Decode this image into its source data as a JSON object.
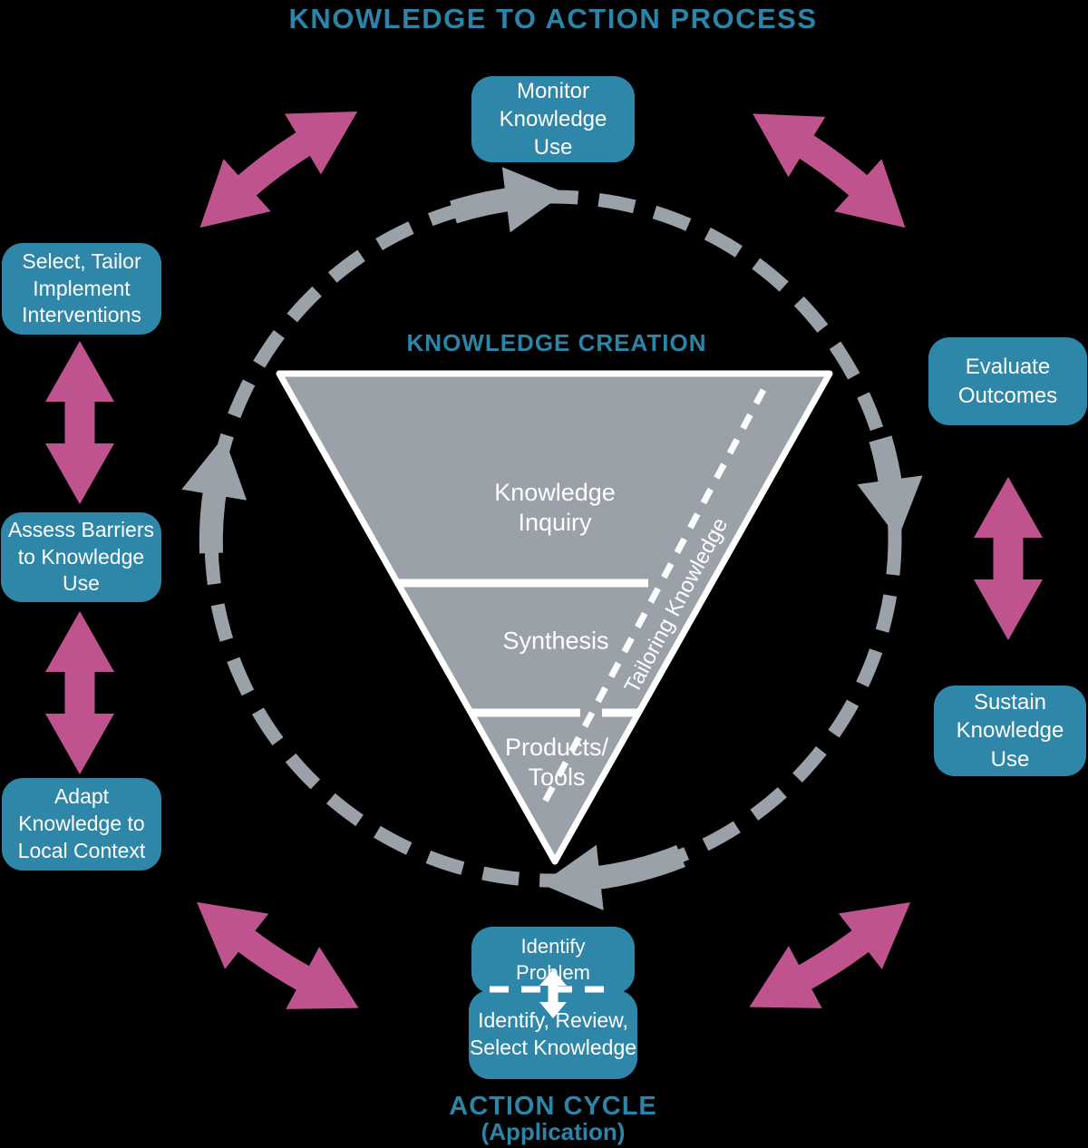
{
  "title": "KNOWLEDGE TO ACTION PROCESS",
  "colors": {
    "teal_box": "#2E86A8",
    "teal_text": "#2B85A9",
    "gray": "#9AA1A9",
    "pink": "#BE538D",
    "white": "#FFFFFF",
    "background": "#000000"
  },
  "knowledge_creation": {
    "label": "KNOWLEDGE CREATION",
    "sections": {
      "inquiry": "Knowledge\nInquiry",
      "synthesis": "Synthesis",
      "products": "Products/\nTools"
    },
    "tailoring": "Tailoring Knowledge"
  },
  "action_cycle": {
    "label": "ACTION CYCLE",
    "sublabel": "(Application)"
  },
  "boxes": {
    "monitor": "Monitor\nKnowledge\nUse",
    "select_tailor": "Select, Tailor\nImplement\nInterventions",
    "assess_barriers": "Assess Barriers\nto Knowledge\nUse",
    "adapt_knowledge": "Adapt\nKnowledge to\nLocal Context",
    "evaluate": "Evaluate\nOutcomes",
    "sustain": "Sustain\nKnowledge\nUse",
    "identify_problem": "Identify\nProblem",
    "identify_review": "Identify, Review,\nSelect Knowledge"
  }
}
